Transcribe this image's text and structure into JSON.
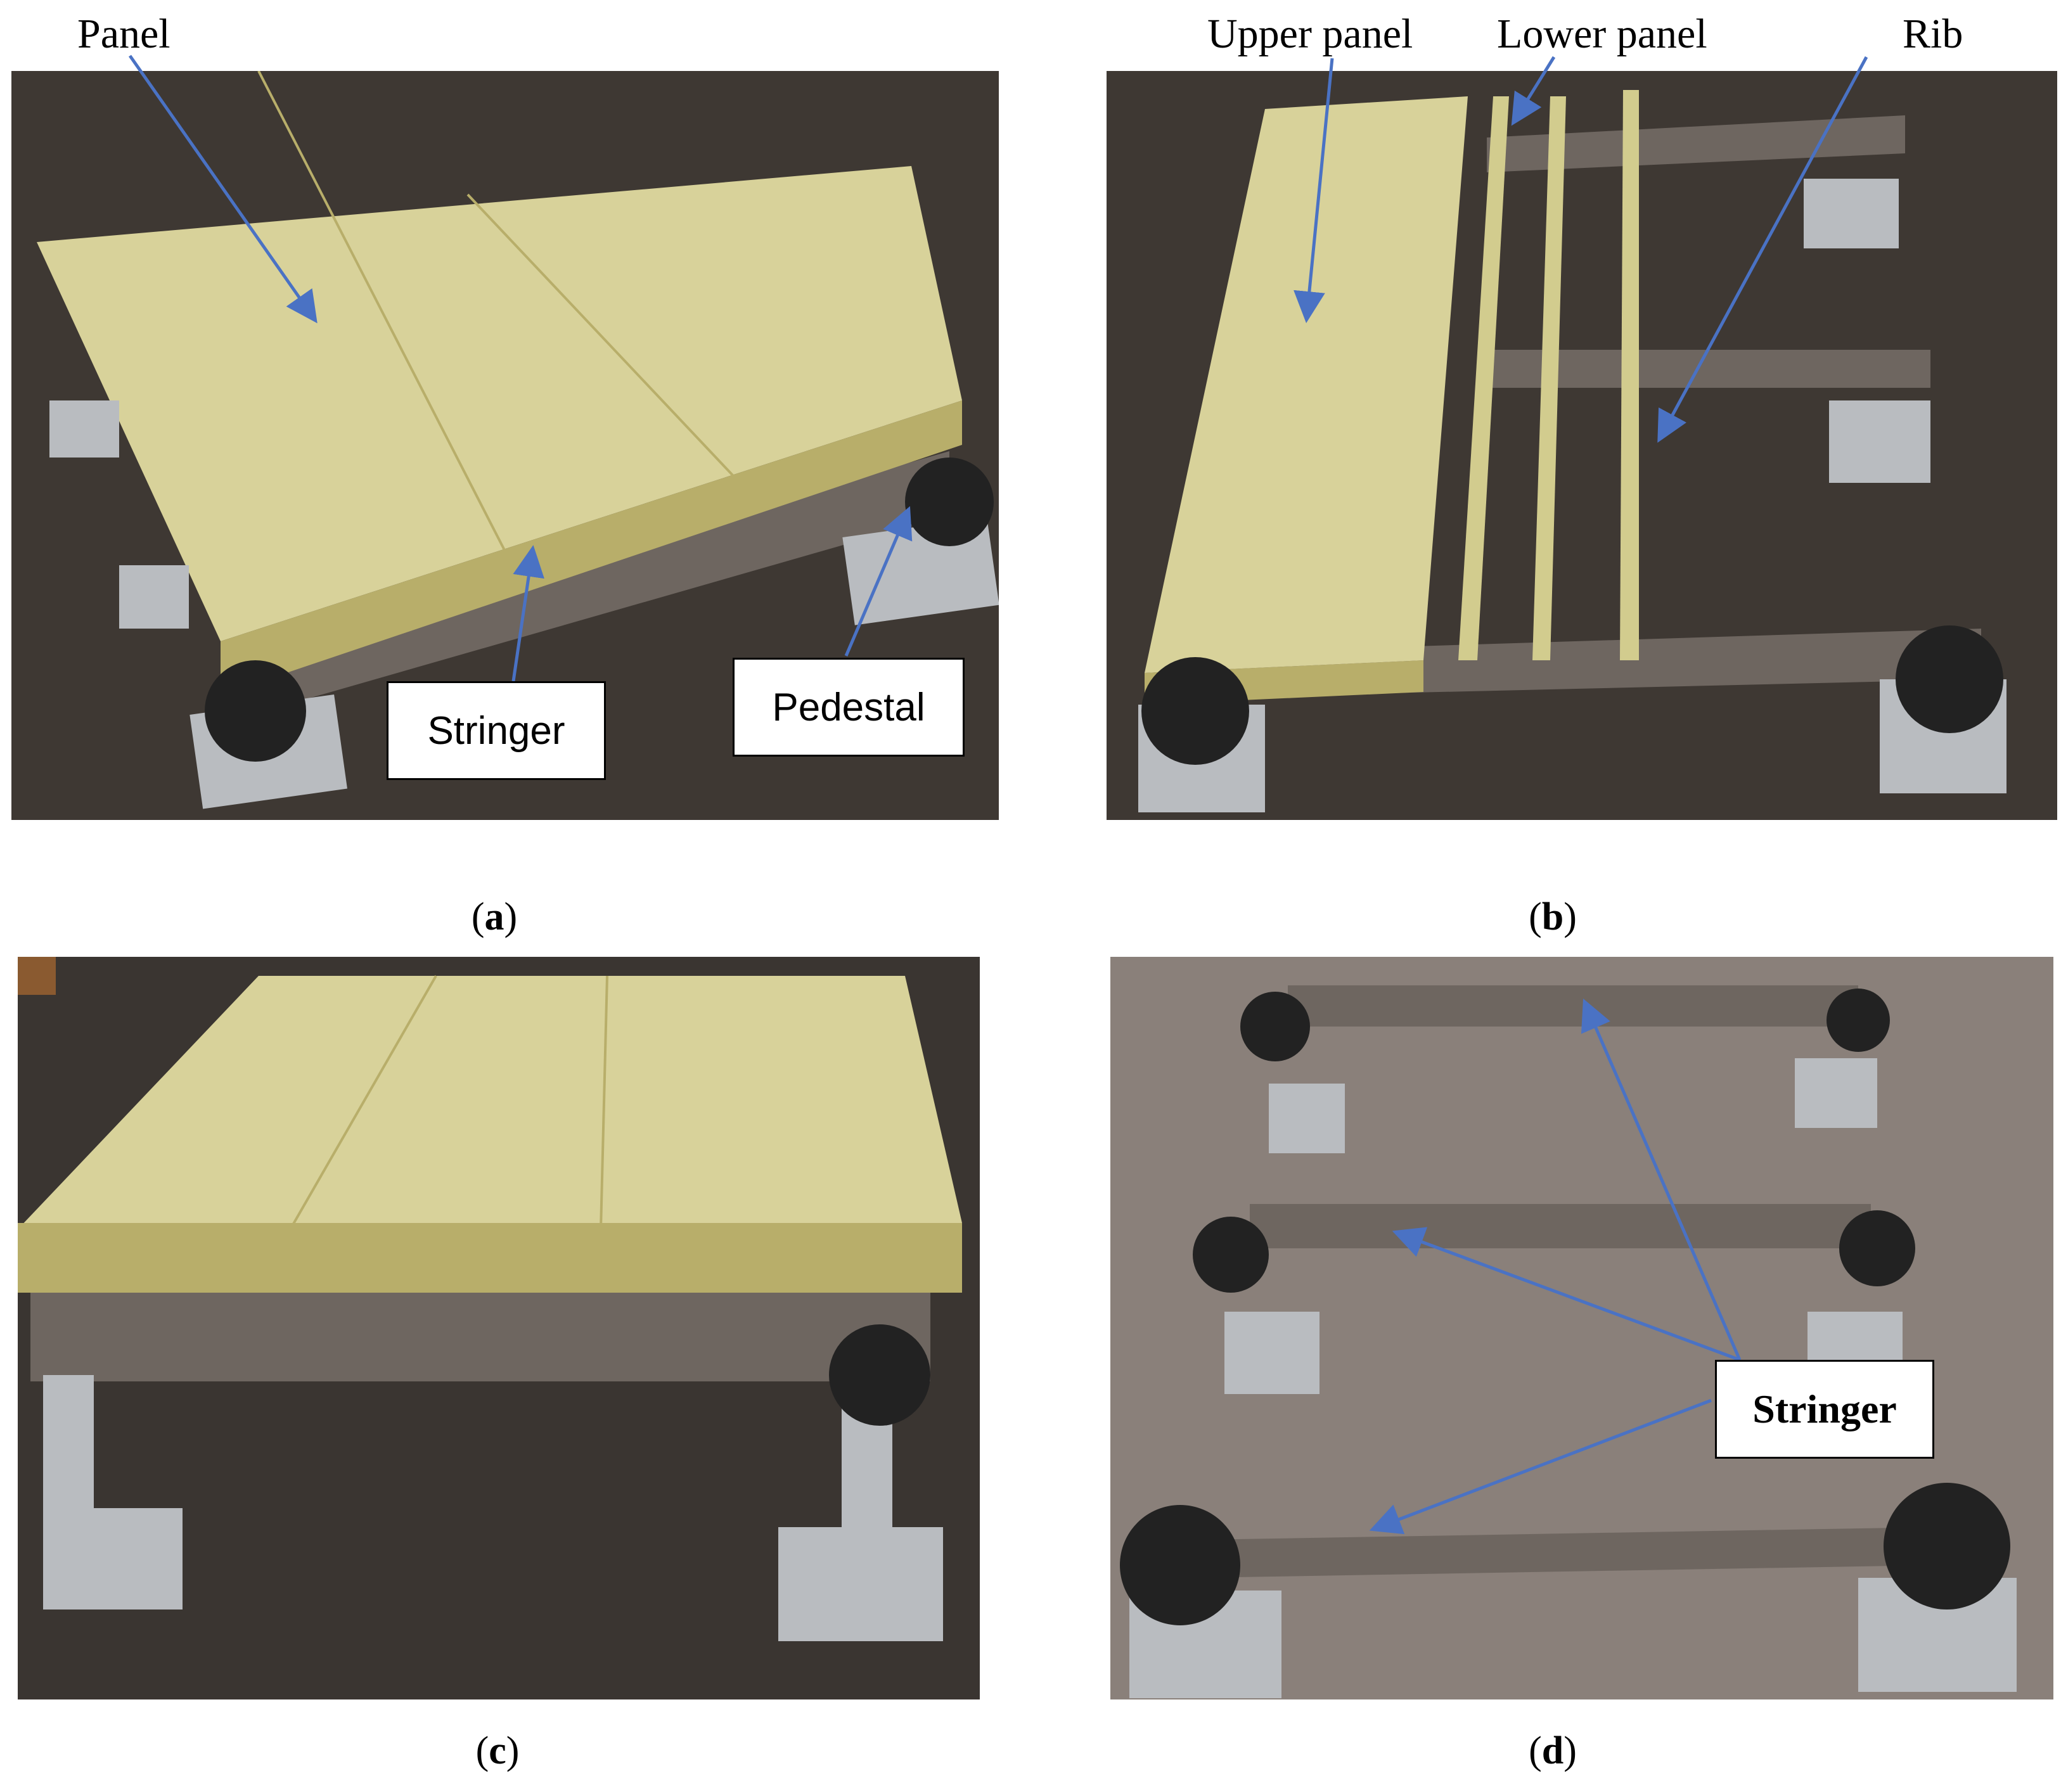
{
  "panels": {
    "a": {
      "caption_open": "(",
      "caption_letter": "a",
      "caption_close": ")",
      "labels": {
        "panel": "Panel",
        "stringer": "Stringer",
        "pedestal": "Pedestal"
      }
    },
    "b": {
      "caption_open": "(",
      "caption_letter": "b",
      "caption_close": ")",
      "labels": {
        "upper_panel": "Upper panel",
        "lower_panel": "Lower panel",
        "rib": "Rib"
      }
    },
    "c": {
      "caption_open": "(",
      "caption_letter": "c",
      "caption_close": ")"
    },
    "d": {
      "caption_open": "(",
      "caption_letter": "d",
      "caption_close": ")",
      "labels": {
        "stringer": "Stringer"
      }
    }
  },
  "colors": {
    "arrow": "#4a72c4",
    "carpet": "#3e3833",
    "carpet_light": "#8a807a",
    "deck": "#d8d29a",
    "deck_edge": "#b8ae6a",
    "steel": "#6e6660",
    "pedestal": "#b9bcc0"
  }
}
